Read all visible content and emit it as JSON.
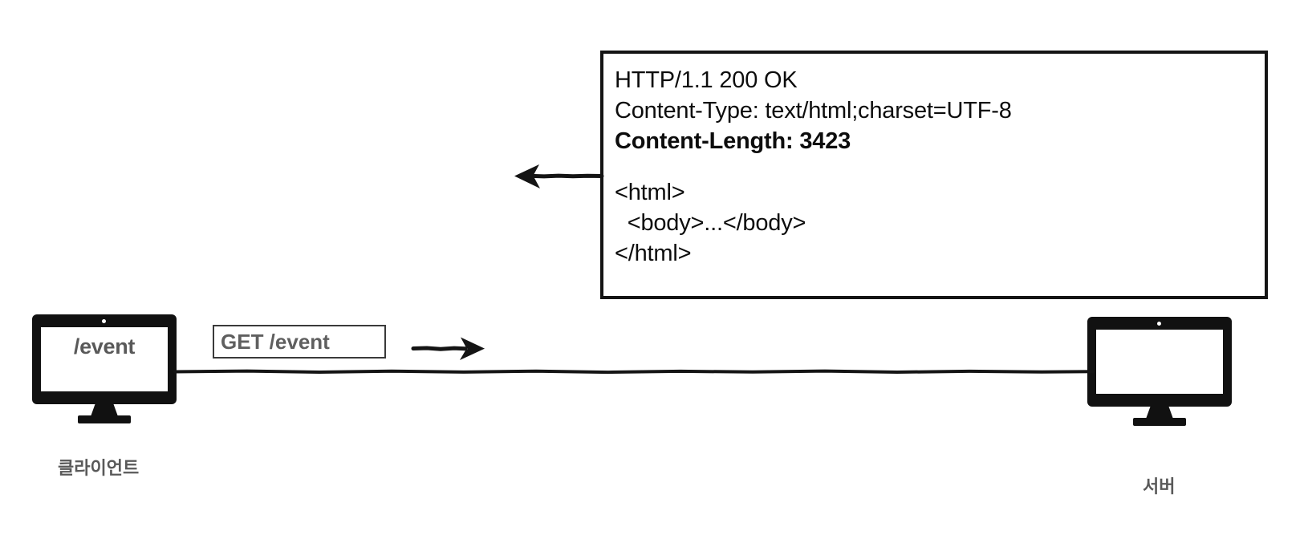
{
  "diagram": {
    "title": "HTTP request/response between client and server",
    "colors": {
      "ink": "#141414",
      "label_gray": "#595959",
      "box_border": "#3a3a3a",
      "background": "#ffffff"
    }
  },
  "client": {
    "caption": "클라이언트",
    "screen_text": "/event",
    "icon": "desktop-monitor-icon"
  },
  "server": {
    "caption": "서버",
    "screen_text": "",
    "icon": "desktop-monitor-icon"
  },
  "request": {
    "label": "GET /event",
    "arrow_direction": "right",
    "arrow_icon": "arrow-right-icon"
  },
  "response": {
    "arrow_direction": "left",
    "arrow_icon": "arrow-left-icon",
    "lines": [
      {
        "text": "HTTP/1.1 200 OK",
        "bold": false
      },
      {
        "text": "Content-Type: text/html;charset=UTF-8",
        "bold": false
      },
      {
        "text": "Content-Length: 3423",
        "bold": true
      },
      {
        "text": "",
        "bold": false
      },
      {
        "text": "<html>",
        "bold": false
      },
      {
        "text": "  <body>...</body>",
        "bold": false
      },
      {
        "text": "</html>",
        "bold": false
      }
    ]
  }
}
